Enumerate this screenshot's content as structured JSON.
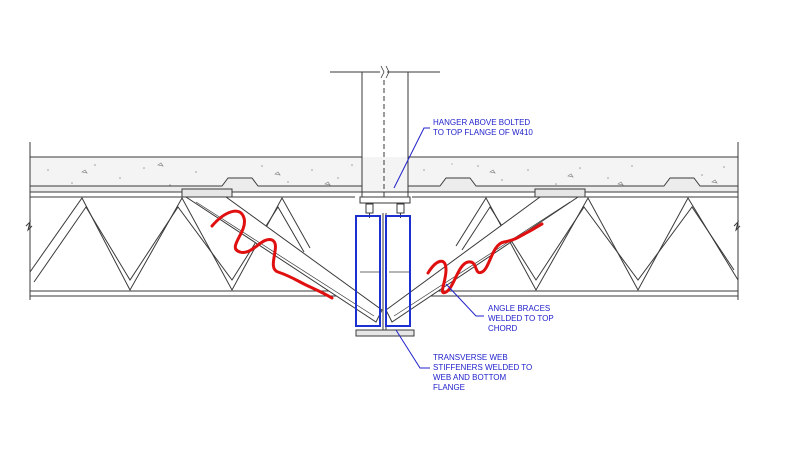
{
  "drawing": {
    "annotations": {
      "hanger": [
        "HANGER ABOVE BOLTED",
        "TO TOP FLANGE OF W410"
      ],
      "angle_braces": [
        "ANGLE BRACES",
        "WELDED TO TOP",
        "CHORD"
      ],
      "stiffeners": [
        "TRANSVERSE WEB",
        "STIFFENERS WELDED TO",
        "WEB AND BOTTOM",
        "FLANGE"
      ]
    },
    "colors": {
      "linework": "#3a3a3a",
      "annotation": "#2222cc",
      "highlight_blue": "#1c2fd0",
      "markup_red": "#e01010",
      "concrete_fill": "#f4f4f4",
      "deck_fill": "#ececec"
    }
  }
}
